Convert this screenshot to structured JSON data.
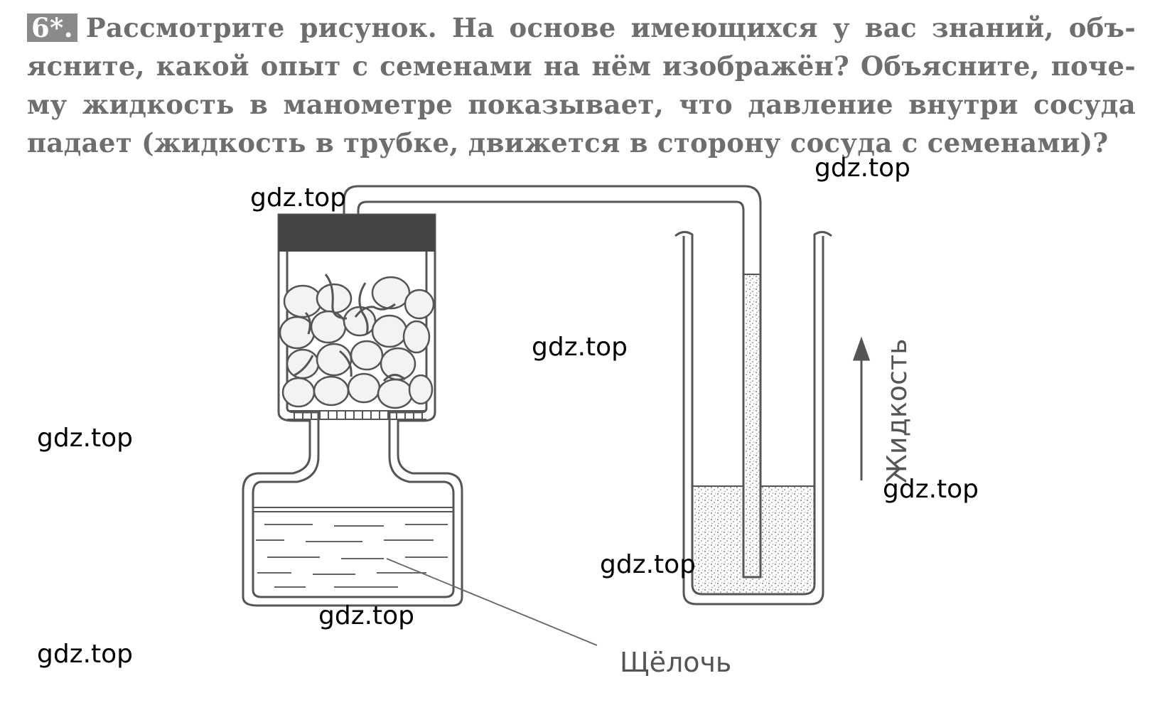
{
  "task": {
    "number": "6*.",
    "lines": [
      "Рассмотрите рисунок. На основе имеющихся у вас знаний, объ-",
      "ясните, какой опыт с семенами на нём изображён? Объясните, поче-",
      "му жидкость в манометре показывает, что давление внутри сосуда",
      "падает (жидкость в трубке, движется в сторону сосуда с семенами)?"
    ]
  },
  "figure": {
    "alkali_label": "Щёлочь",
    "liquid_label": "Жидкость"
  },
  "watermarks": [
    "gdz.top",
    "gdz.top",
    "gdz.top",
    "gdz.top",
    "gdz.top",
    "gdz.top",
    "gdz.top",
    "gdz.top"
  ]
}
